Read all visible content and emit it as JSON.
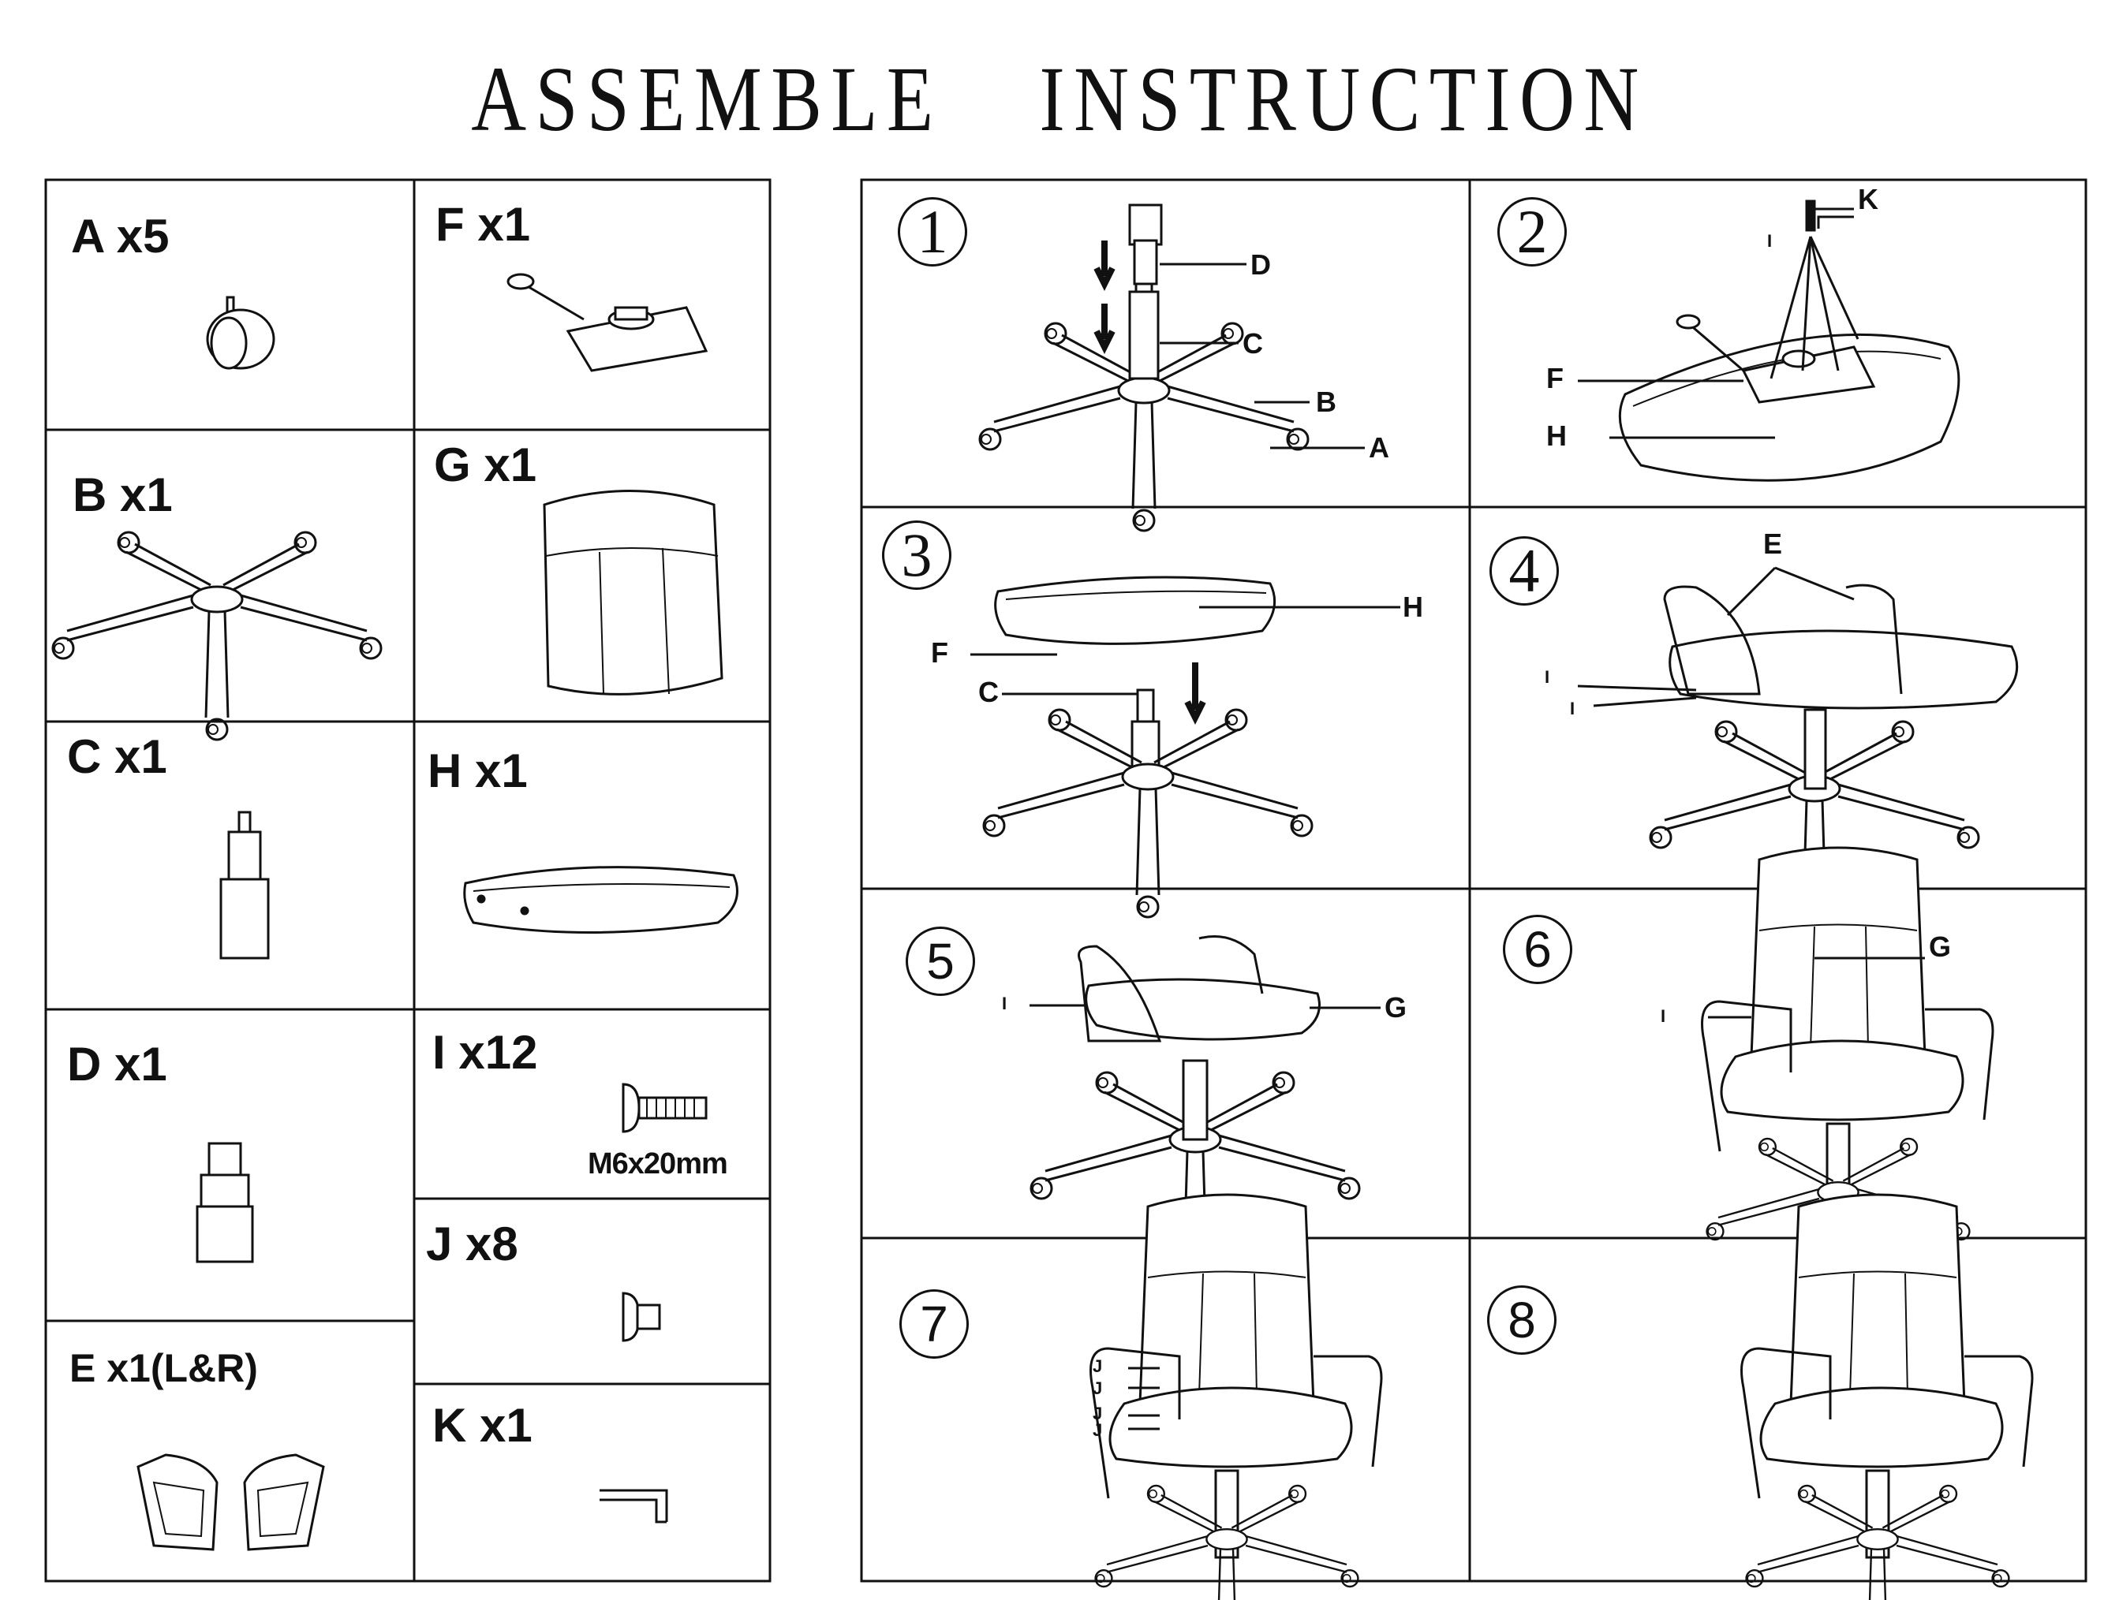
{
  "title": {
    "left": "ASSEMBLE",
    "right": "INSTRUCTION"
  },
  "parts": [
    {
      "id": "A",
      "label": "A x5",
      "icon": "caster-wheel-icon"
    },
    {
      "id": "F",
      "label": "F x1",
      "icon": "tilt-mechanism-icon"
    },
    {
      "id": "B",
      "label": "B x1",
      "icon": "five-star-base-icon"
    },
    {
      "id": "G",
      "label": "G x1",
      "icon": "backrest-icon"
    },
    {
      "id": "C",
      "label": "C x1",
      "icon": "gas-lift-icon"
    },
    {
      "id": "H",
      "label": "H x1",
      "icon": "seat-cushion-icon"
    },
    {
      "id": "D",
      "label": "D x1",
      "icon": "gas-lift-cover-icon"
    },
    {
      "id": "I",
      "label": "I x12",
      "spec": "M6x20mm",
      "icon": "bolt-icon"
    },
    {
      "id": "J",
      "label": "J x8",
      "icon": "plug-cap-icon"
    },
    {
      "id": "E",
      "label": "E x1(L&R)",
      "icon": "armrest-pair-icon"
    },
    {
      "id": "K",
      "label": "K x1",
      "icon": "allen-key-icon"
    }
  ],
  "steps": [
    {
      "number": "1",
      "callouts": [
        "D",
        "C",
        "B",
        "A"
      ]
    },
    {
      "number": "2",
      "callouts": [
        "K",
        "I",
        "F",
        "H"
      ]
    },
    {
      "number": "3",
      "callouts": [
        "H",
        "F",
        "C"
      ]
    },
    {
      "number": "4",
      "callouts": [
        "E",
        "I",
        "I"
      ]
    },
    {
      "number": "5",
      "callouts": [
        "I",
        "G"
      ]
    },
    {
      "number": "6",
      "callouts": [
        "G",
        "I"
      ]
    },
    {
      "number": "7",
      "callouts": [
        "J",
        "J",
        "J",
        "J"
      ]
    },
    {
      "number": "8",
      "callouts": []
    }
  ]
}
